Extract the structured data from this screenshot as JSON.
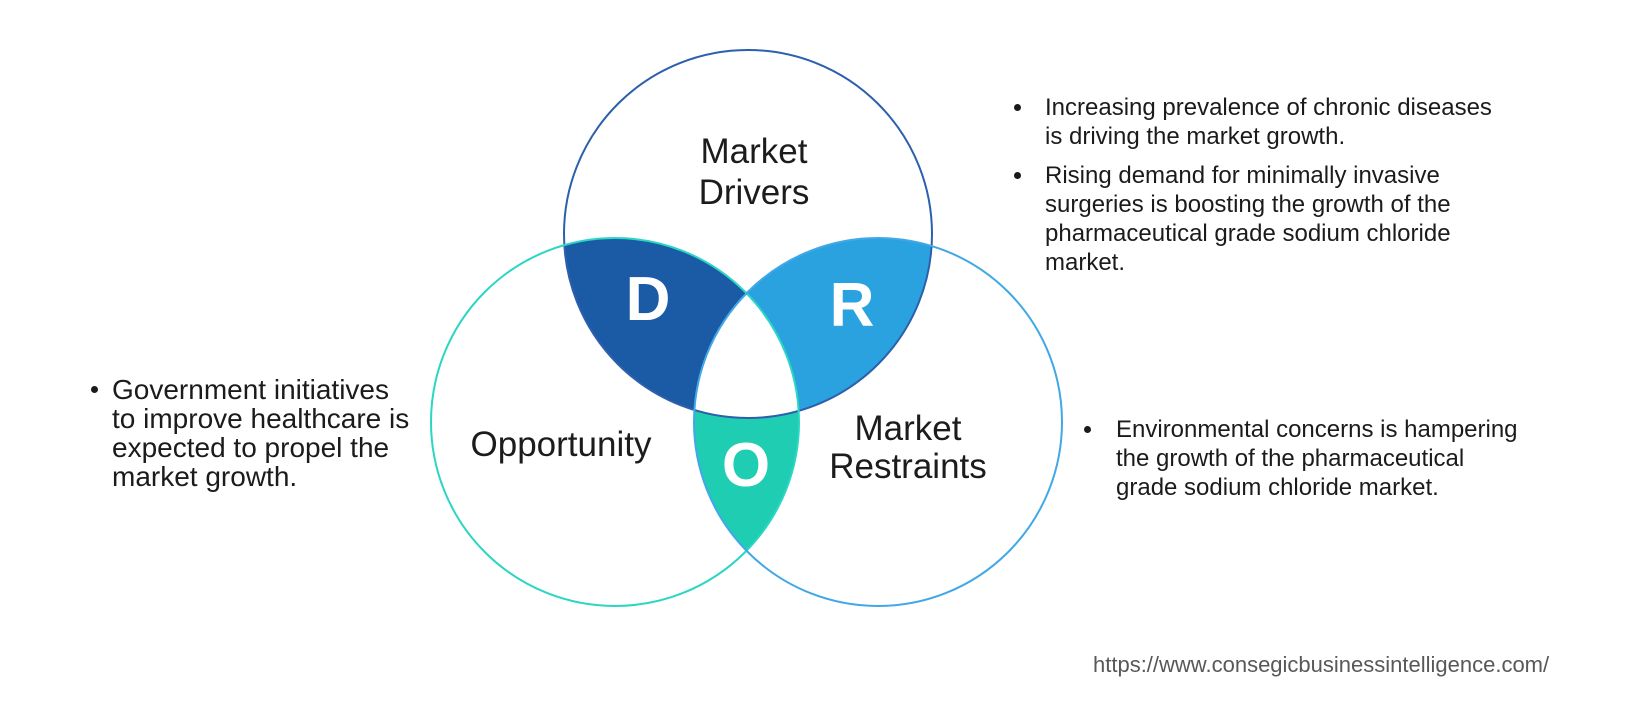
{
  "venn": {
    "circles": {
      "drivers": {
        "label": "Market\nDrivers",
        "stroke": "#2C60AC"
      },
      "opportunity": {
        "label": "Opportunity",
        "stroke": "#2BD6C3"
      },
      "restraints": {
        "label": "Market\nRestraints",
        "stroke": "#41A8E8"
      }
    },
    "intersections": {
      "d": {
        "letter": "D",
        "fill": "#1B5AA5"
      },
      "r": {
        "letter": "R",
        "fill": "#2AA2E0"
      },
      "o": {
        "letter": "O",
        "fill": "#1FCDB2"
      }
    }
  },
  "bullets": {
    "left": [
      "Government initiatives\nto improve healthcare is\nexpected to propel the\nmarket growth."
    ],
    "top_right": [
      "Increasing prevalence of chronic diseases\nis driving the market growth.",
      "Rising demand for minimally invasive\nsurgeries is boosting the growth of the\npharmaceutical grade sodium chloride\nmarket."
    ],
    "bottom_right": [
      "Environmental concerns is hampering\nthe growth of the pharmaceutical\ngrade sodium chloride market."
    ]
  },
  "footer": {
    "url": "https://www.consegicbusinessintelligence.com/"
  }
}
